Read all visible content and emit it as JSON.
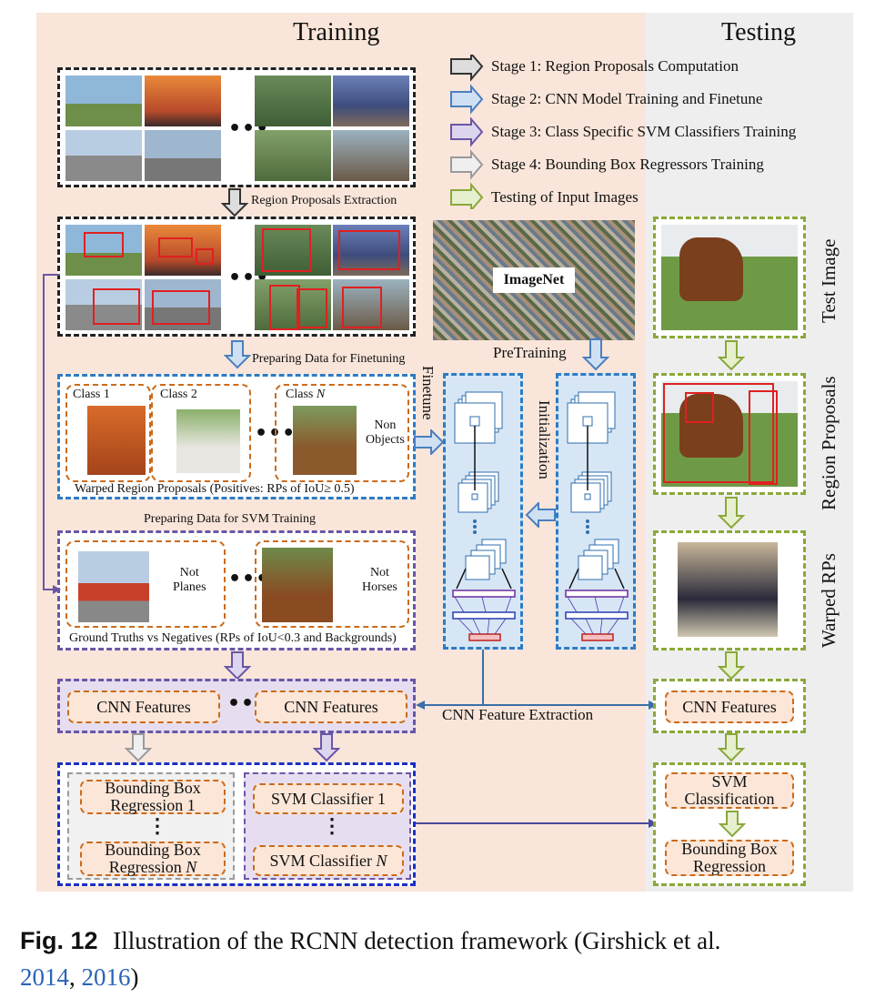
{
  "titles": {
    "training": "Training",
    "testing": "Testing"
  },
  "legend": [
    {
      "label": "Stage 1: Region Proposals Computation",
      "color": "#333333",
      "fill": "#dddddd"
    },
    {
      "label": "Stage 2: CNN Model Training and Finetune",
      "color": "#4a7fc0",
      "fill": "#cfe0f2"
    },
    {
      "label": "Stage 3: Class Specific SVM Classifiers Training",
      "color": "#6a56a6",
      "fill": "#ddd5ee"
    },
    {
      "label": "Stage 4: Bounding Box Regressors Training",
      "color": "#9a9a9a",
      "fill": "#efefef"
    },
    {
      "label": "Testing of Input Images",
      "color": "#8aa83a",
      "fill": "#e6efce"
    }
  ],
  "training": {
    "region_proposals_extraction": "Region Proposals Extraction",
    "preparing_finetuning": "Preparing Data for Finetuning",
    "class1": "Class 1",
    "class2": "Class 2",
    "classN_prefix": "Class ",
    "classN_var": "N",
    "non_objects": "Non\nObjects",
    "warped_caption": "Warped Region Proposals (Positives: RPs of IoU≥ 0.5)",
    "preparing_svm": "Preparing Data for SVM Training",
    "not_planes": "Not\nPlanes",
    "not_horses": "Not\nHorses",
    "gt_caption": "Ground Truths vs Negatives (RPs of IoU<0.3 and Backgrounds)",
    "cnn_features_1": "CNN Features",
    "cnn_features_2": "CNN Features",
    "bbox_reg_1": "Bounding Box\nRegression 1",
    "bbox_reg_n_prefix": "Bounding Box\nRegression ",
    "bbox_reg_n_var": "N",
    "svm_1": "SVM Classifier 1",
    "svm_n_prefix": "SVM Classifier ",
    "svm_n_var": "N",
    "ellipsis": "•••",
    "vdots": "⋮"
  },
  "cnn": {
    "imagenet": "ImageNet",
    "pretraining": "PreTraining",
    "finetune": "Finetune",
    "initialization": "Initialization",
    "feature_extraction": "CNN Feature Extraction"
  },
  "testing": {
    "test_image_label": "Test Image",
    "region_proposals_label": "Region Proposals",
    "warped_rps_label": "Warped RPs",
    "cnn_features": "CNN Features",
    "svm_classification": "SVM\nClassification",
    "bbox_regression": "Bounding Box\nRegression"
  },
  "caption": {
    "fig": "Fig. 12",
    "text": "Illustration of the RCNN detection framework (Girshick et al.",
    "year1": "2014",
    "sep": ", ",
    "year2": "2016",
    "close": ")"
  }
}
